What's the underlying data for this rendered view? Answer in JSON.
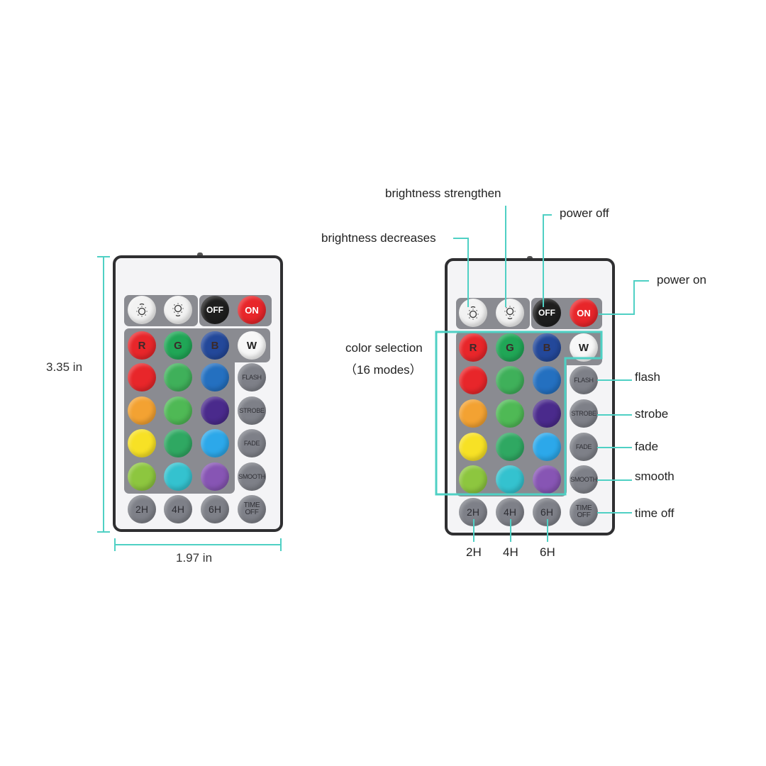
{
  "dimensions": {
    "height": "3.35 in",
    "width": "1.97 in"
  },
  "remote": {
    "top_row": [
      {
        "id": "brightness-down",
        "label": "",
        "icon": "sun-down-icon",
        "color": "#f2f2f2"
      },
      {
        "id": "brightness-up",
        "label": "",
        "icon": "sun-up-icon",
        "color": "#f2f2f2"
      },
      {
        "id": "off",
        "label": "OFF",
        "color": "#1e1e1e"
      },
      {
        "id": "on",
        "label": "ON",
        "color": "#e8262a"
      }
    ],
    "rgbw_row": [
      {
        "id": "r",
        "label": "R",
        "color": "#e8262a"
      },
      {
        "id": "g",
        "label": "G",
        "color": "#20a656"
      },
      {
        "id": "b",
        "label": "B",
        "color": "#23489a"
      },
      {
        "id": "w",
        "label": "W",
        "color": "#f7f7f7"
      }
    ],
    "color_grid": [
      [
        "#e8262a",
        "#3fb05a",
        "#2470c0"
      ],
      [
        "#f3a232",
        "#4fb955",
        "#4a2a8c"
      ],
      [
        "#f7e125",
        "#2fa862",
        "#2ca8ea"
      ],
      [
        "#8dc63f",
        "#34c2cf",
        "#8755b4"
      ]
    ],
    "mode_buttons": [
      "FLASH",
      "STROBE",
      "FADE",
      "SMOOTH"
    ],
    "timer_buttons": [
      "2H",
      "4H",
      "6H"
    ],
    "time_off_button": [
      "TIME",
      "OFF"
    ],
    "button_gray": "#7e8088"
  },
  "annotations": {
    "brightness_strengthen": "brightness strengthen",
    "brightness_decreases": "brightness decreases",
    "power_off": "power off",
    "power_on": "power on",
    "color_selection": "color selection",
    "color_selection_modes": "（16 modes）",
    "flash": "flash",
    "strobe": "strobe",
    "fade": "fade",
    "smooth": "smooth",
    "time_off": "time off",
    "timer_2h": "2H",
    "timer_4h": "4H",
    "timer_6h": "6H"
  },
  "accent_color": "#4fd0c4"
}
